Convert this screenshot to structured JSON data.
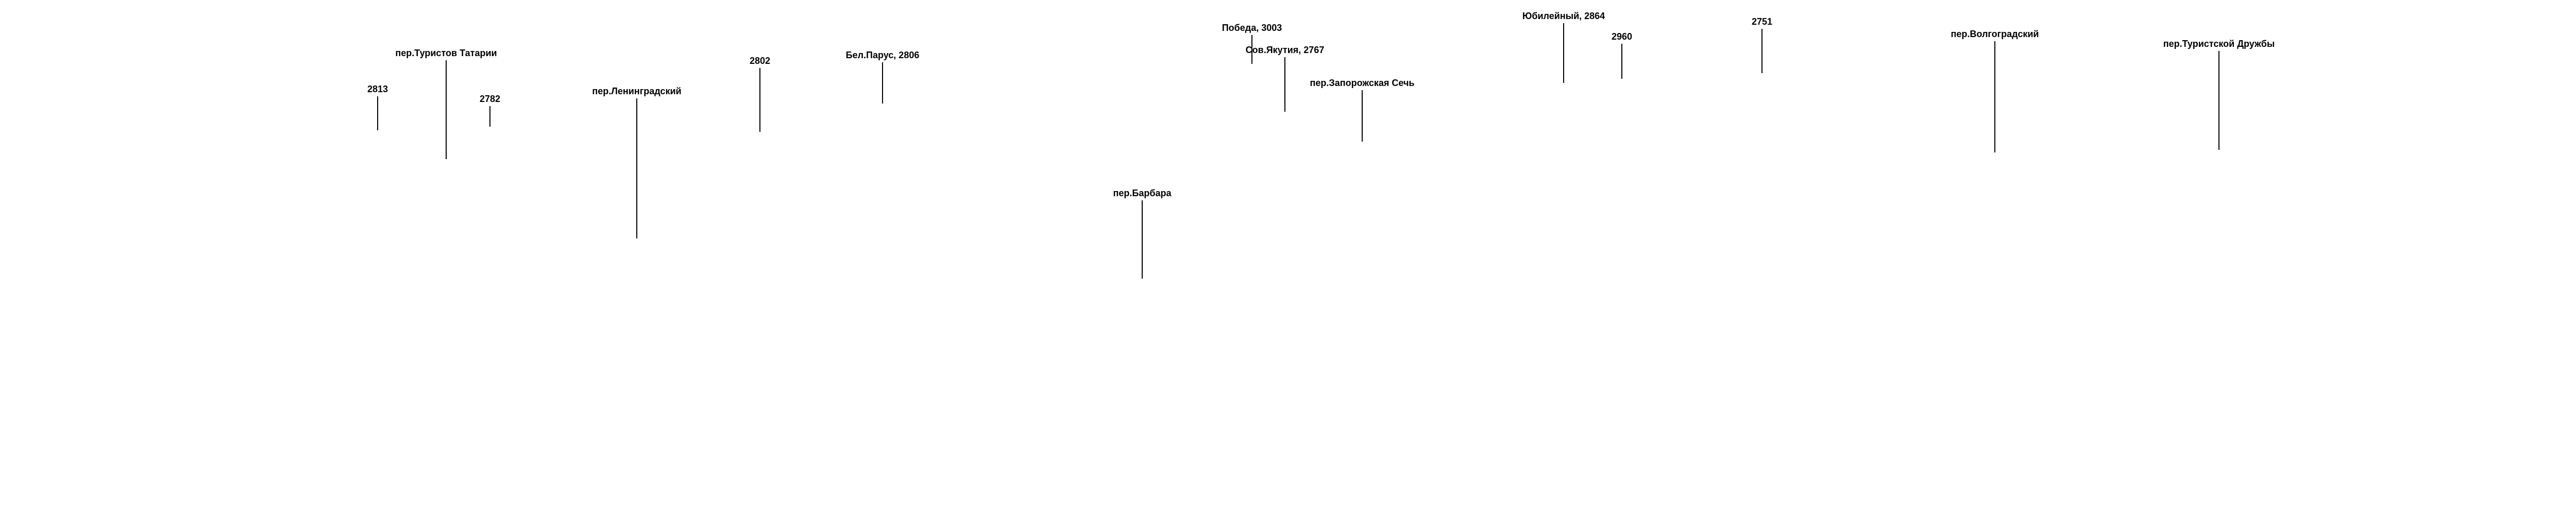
{
  "diagram": {
    "line_color": "#000000",
    "text_color": "#000000",
    "background": "#ffffff",
    "markers": [
      {
        "label": "2813"
      },
      {
        "label": "пер.Туристов Татарии"
      },
      {
        "label": "2782"
      },
      {
        "label": "пер.Ленинградский"
      },
      {
        "label": "2802"
      },
      {
        "label": "Бел.Парус, 2806"
      },
      {
        "label": "пер.Барбара"
      },
      {
        "label": "Победа, 3003"
      },
      {
        "label": "Сов.Якутия, 2767"
      },
      {
        "label": "пер.Запорожская Сечь"
      },
      {
        "label": "Юбилейный, 2864"
      },
      {
        "label": "2960"
      },
      {
        "label": "2751"
      },
      {
        "label": "пер.Волгоградский"
      },
      {
        "label": "пер.Туристской Дружбы"
      }
    ]
  }
}
